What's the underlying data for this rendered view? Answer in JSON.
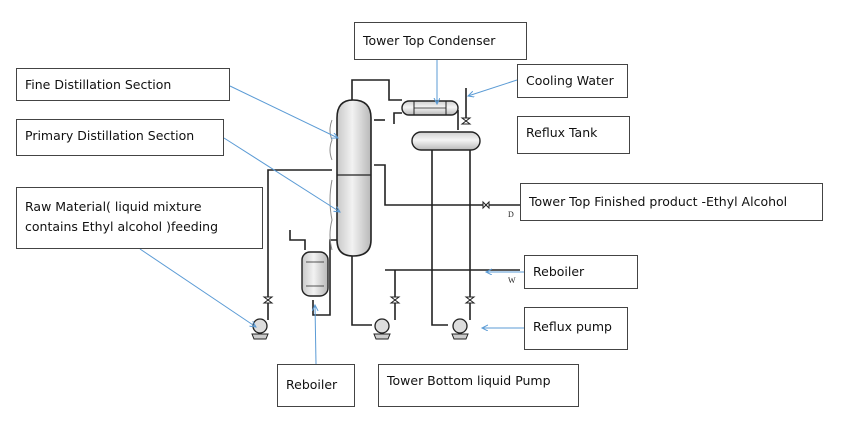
{
  "labels": {
    "fine_distillation": "Fine Distillation Section",
    "primary_distillation": "Primary Distillation Section",
    "raw_material_line1": "Raw Material( liquid mixture",
    "raw_material_line2": "contains Ethyl alcohol )feeding",
    "condenser": "Tower Top Condenser",
    "cooling_water": "Cooling Water",
    "reflux_tank": "Reflux Tank",
    "top_product": "Tower Top Finished product -Ethyl Alcohol",
    "reboiler_right": "Reboiler",
    "reflux_pump": "Reflux pump",
    "reboiler_bottom": "Reboiler",
    "bottom_pump": "Tower Bottom liquid Pump"
  },
  "stream_marks": {
    "distillate": "D",
    "bottoms": "W"
  },
  "colors": {
    "leader_line": "#5b9bd5",
    "pipe": "#222222",
    "vessel_fill": "#e4e4e4",
    "box_border": "#444444"
  }
}
